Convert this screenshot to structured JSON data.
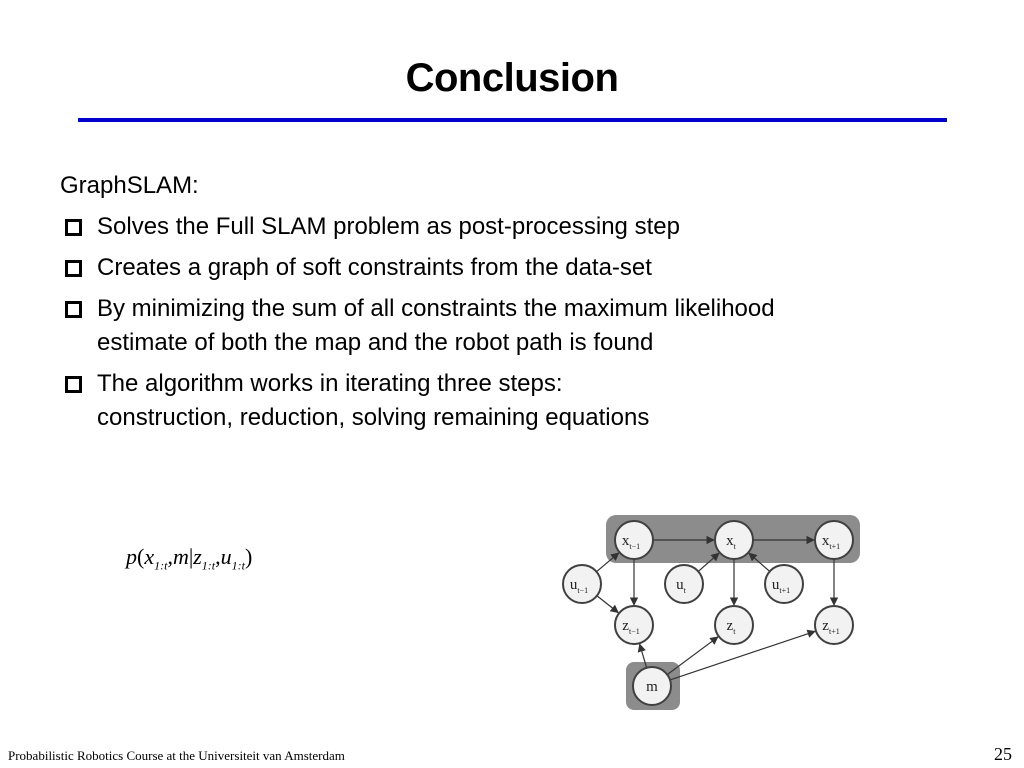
{
  "slide": {
    "title": "Conclusion",
    "intro": "GraphSLAM:",
    "bullets": [
      {
        "line1": "Solves the Full SLAM problem as post-processing step",
        "line2": ""
      },
      {
        "line1": "Creates a graph of soft constraints from the data-set",
        "line2": ""
      },
      {
        "line1": "By minimizing the sum of all constraints the maximum likelihood",
        "line2": "estimate of both the map and the robot path is found"
      },
      {
        "line1": "The algorithm works in iterating three steps:",
        "line2": "construction, reduction, solving remaining equations"
      }
    ]
  },
  "formula": {
    "p": "p",
    "open": "(",
    "x": "x",
    "x_sub": "1:t",
    "comma1": ",",
    "m": "m",
    "bar": "|",
    "z": "z",
    "z_sub": "1:t",
    "comma2": ",",
    "u": "u",
    "u_sub": "1:t",
    "close": ")"
  },
  "graph": {
    "nodes": [
      {
        "base": "x",
        "sub": "t−1"
      },
      {
        "base": "x",
        "sub": "t"
      },
      {
        "base": "x",
        "sub": "t+1"
      },
      {
        "base": "u",
        "sub": "t−1"
      },
      {
        "base": "u",
        "sub": "t"
      },
      {
        "base": "u",
        "sub": "t+1"
      },
      {
        "base": "z",
        "sub": "t−1"
      },
      {
        "base": "z",
        "sub": "t"
      },
      {
        "base": "z",
        "sub": "t+1"
      },
      {
        "base": "m",
        "sub": ""
      }
    ],
    "colors": {
      "band": "#8c8c8c",
      "node_fill": "#f2f2f2",
      "node_stroke": "#404040",
      "edge": "#333333"
    }
  },
  "footer": {
    "text": "Probabilistic Robotics Course at the Universiteit van Amsterdam",
    "page": "25"
  }
}
